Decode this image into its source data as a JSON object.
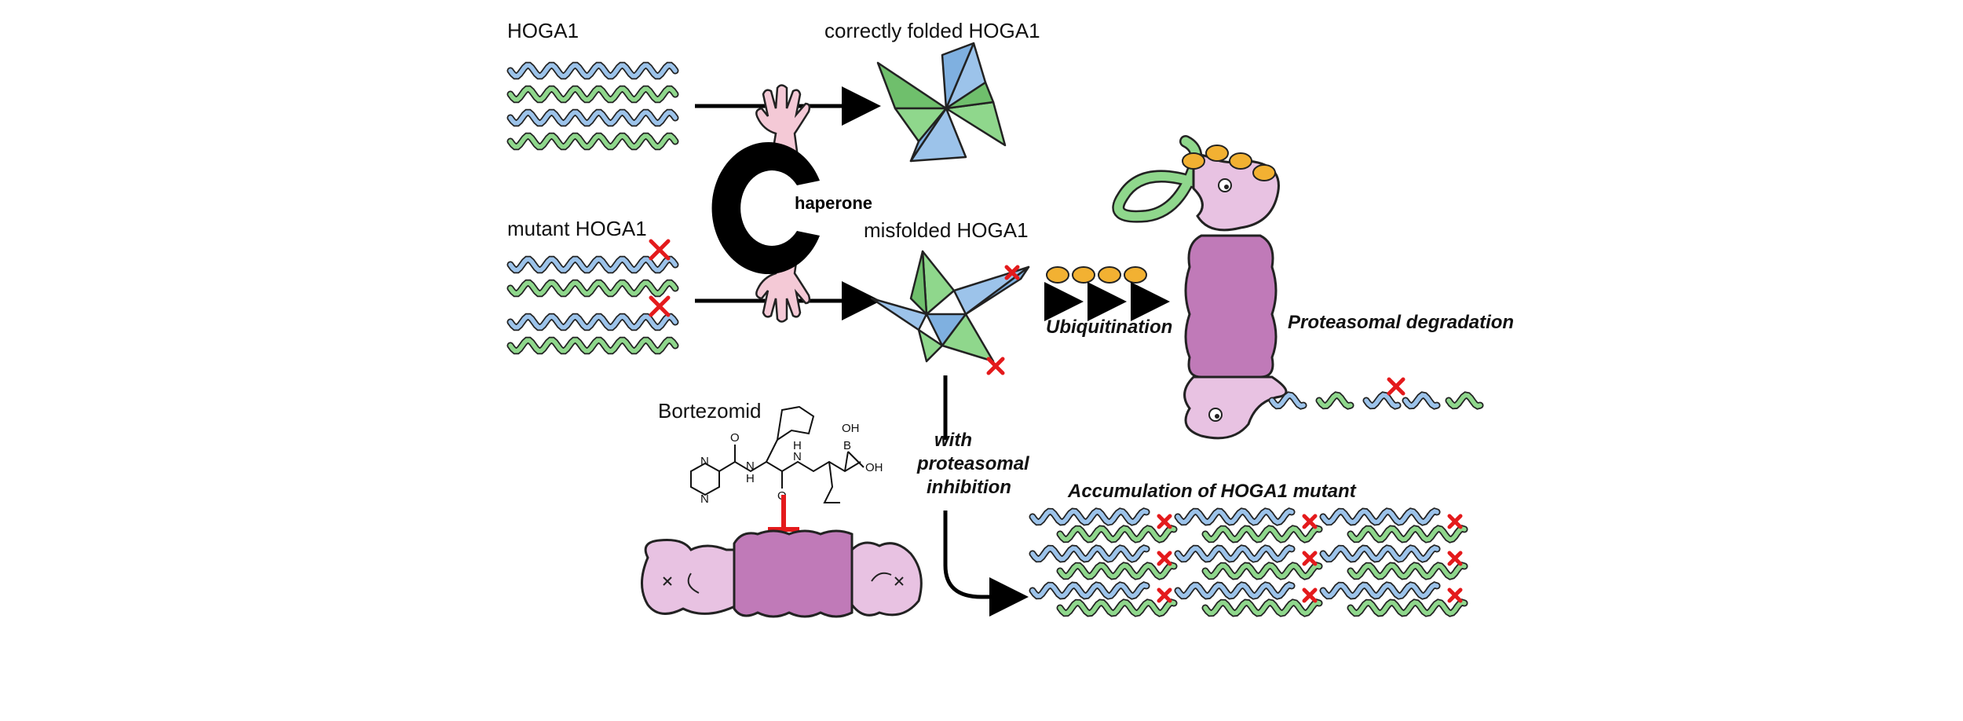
{
  "labels": {
    "hoga1": "HOGA1",
    "mutant_hoga1": "mutant HOGA1",
    "correctly_folded": "correctly folded HOGA1",
    "misfolded": "misfolded HOGA1",
    "chaperone_letter": "C",
    "chaperone_rest": "haperone",
    "ubiquitination": "Ubiquitination",
    "proteasomal_degradation": "Proteasomal degradation",
    "bortezomid": "Bortezomid",
    "with": "with",
    "proteasomal": "proteasomal",
    "inhibition": "inhibition",
    "accumulation": "Accumulation of HOGA1 mutant"
  },
  "chem_atoms": {
    "oh_top": "OH",
    "oh_right": "OH",
    "boron": "B",
    "n_ring_top": "N",
    "n_ring_bottom": "N",
    "o_left": "O",
    "o_right": "O",
    "nh_left": "N",
    "h_left": "H",
    "nh_right": "N",
    "h_right": "H"
  },
  "colors": {
    "helix_blue": "#9cc3ea",
    "helix_green": "#8fd78c",
    "proteasome_core": "#c07ab8",
    "proteasome_cap": "#e8c2e2",
    "ubiquitin": "#f2b132",
    "mutation_mark": "#e41a1c",
    "chaperone_hand": "#f4c9d6"
  }
}
